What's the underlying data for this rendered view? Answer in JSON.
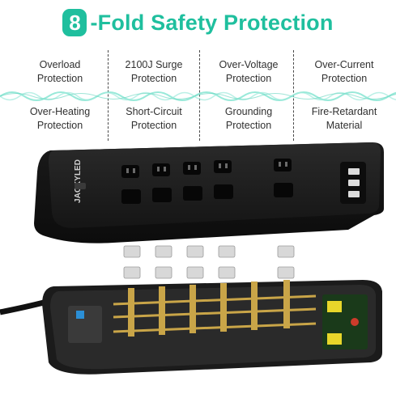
{
  "title": {
    "badge": "8",
    "text": "-Fold Safety Protection"
  },
  "features": [
    {
      "line1": "Overload",
      "line2": "Protection"
    },
    {
      "line1": "2100J Surge",
      "line2": "Protection"
    },
    {
      "line1": "Over-Voltage",
      "line2": "Protection"
    },
    {
      "line1": "Over-Current",
      "line2": "Protection"
    },
    {
      "line1": "Over-Heating",
      "line2": "Protection"
    },
    {
      "line1": "Short-Circuit",
      "line2": "Protection"
    },
    {
      "line1": "Grounding",
      "line2": "Protection"
    },
    {
      "line1": "Fire-Retardant",
      "line2": "Material"
    }
  ],
  "product": {
    "brand": "JACKYLED"
  },
  "colors": {
    "accent": "#1fbf9e",
    "wave": "#7fe3d0",
    "body": "#1e1e1e",
    "metal": "#c9a548"
  }
}
